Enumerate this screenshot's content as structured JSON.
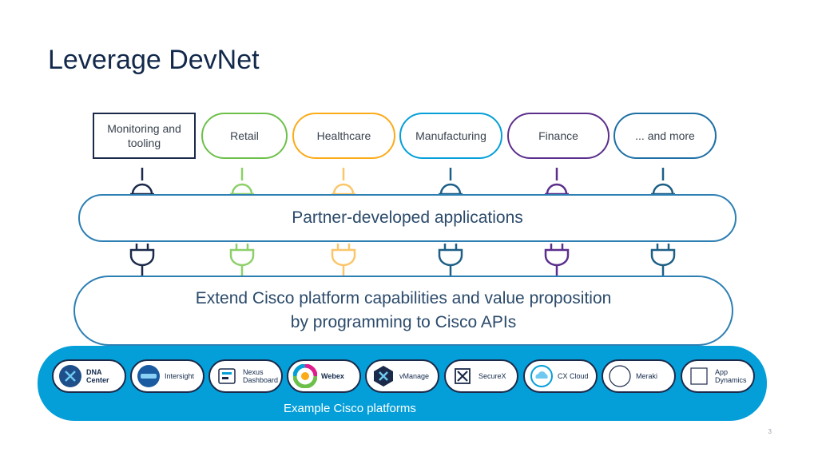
{
  "title": "Leverage DevNet",
  "categories": [
    {
      "label": "Monitoring and tooling",
      "color": "#1b2a4a"
    },
    {
      "label": "Retail",
      "color": "#6cc04a"
    },
    {
      "label": "Healthcare",
      "color": "#fbab18"
    },
    {
      "label": "Manufacturing",
      "color": "#049fd9"
    },
    {
      "label": "Finance",
      "color": "#5b2e8c"
    },
    {
      "label": "... and more",
      "color": "#1d6fa5"
    }
  ],
  "partner_band": "Partner-developed applications",
  "extend_band": {
    "line1": "Extend Cisco platform capabilities and value proposition",
    "line2": "by programming to Cisco APIs"
  },
  "platforms_label": "Example Cisco platforms",
  "platforms": [
    {
      "label": "DNA Center",
      "icon": "dna-center-icon"
    },
    {
      "label": "Intersight",
      "icon": "intersight-icon"
    },
    {
      "label": "Nexus Dashboard",
      "icon": "nexus-dashboard-icon"
    },
    {
      "label": "Webex",
      "icon": "webex-icon"
    },
    {
      "label": "vManage",
      "icon": "vmanage-icon"
    },
    {
      "label": "SecureX",
      "icon": "securex-icon"
    },
    {
      "label": "CX Cloud",
      "icon": "cx-cloud-icon"
    },
    {
      "label": "Meraki",
      "icon": "meraki-icon"
    },
    {
      "label": "App Dynamics",
      "icon": "appdynamics-icon"
    }
  ],
  "page_number": "3"
}
